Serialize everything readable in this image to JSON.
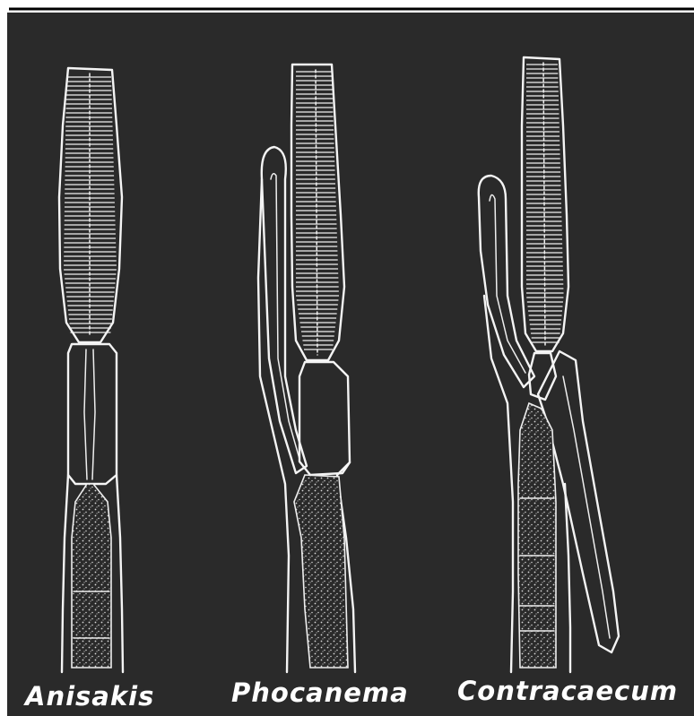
{
  "figure": {
    "background_color": "#2a2a2a",
    "line_color": "#f4f4f4",
    "panels": [
      {
        "label": "Anisakis"
      },
      {
        "label": "Phocanema"
      },
      {
        "label": "Contracaecum"
      }
    ]
  }
}
